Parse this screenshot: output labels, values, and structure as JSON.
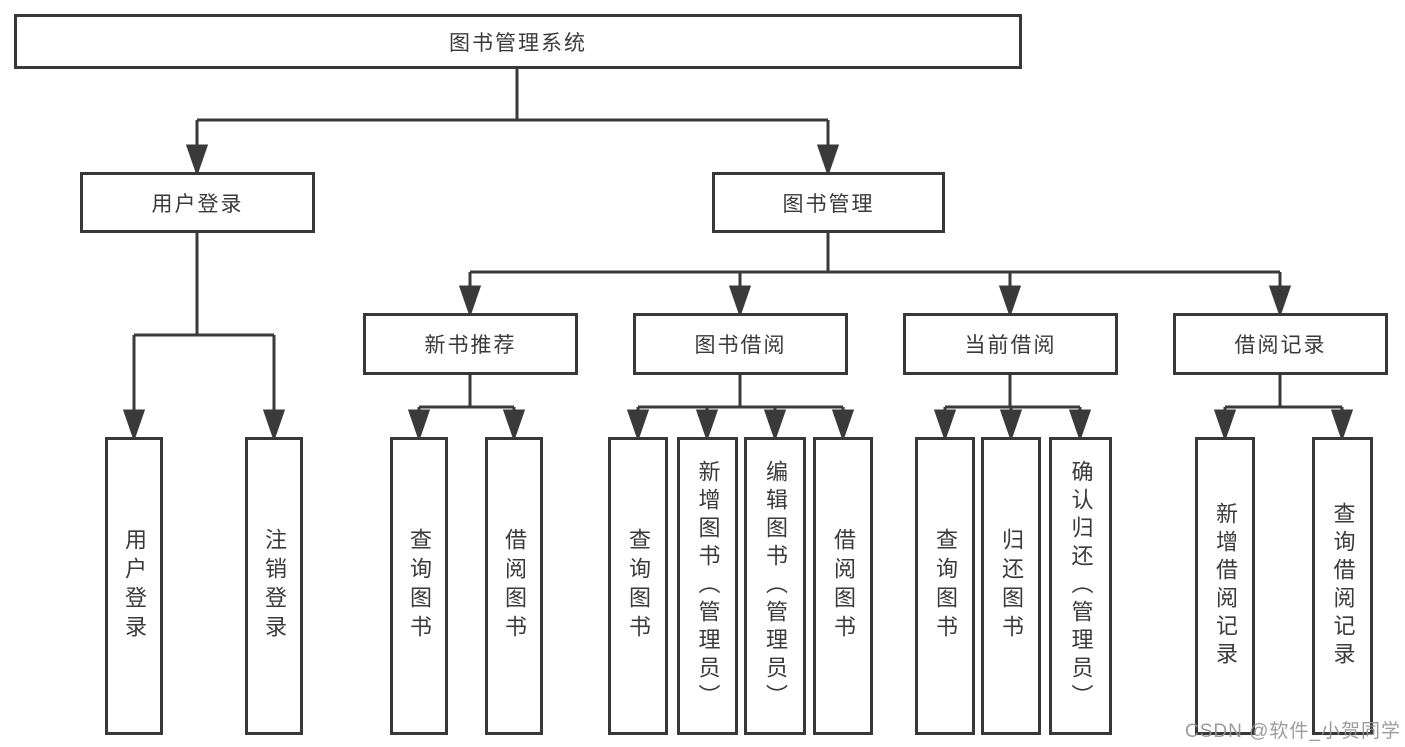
{
  "diagram": {
    "root": {
      "label": "图书管理系统"
    },
    "level2": {
      "user_login": {
        "label": "用户登录"
      },
      "book_management": {
        "label": "图书管理"
      }
    },
    "level3": {
      "new_book_recommend": {
        "label": "新书推荐"
      },
      "book_borrow": {
        "label": "图书借阅"
      },
      "current_borrow": {
        "label": "当前借阅"
      },
      "borrow_record": {
        "label": "借阅记录"
      }
    },
    "leaves": {
      "user_login": {
        "label": "用户登录"
      },
      "logout": {
        "label": "注销登录"
      },
      "newbook_query": {
        "label": "查询图书"
      },
      "newbook_borrow": {
        "label": "借阅图书"
      },
      "borrow_query": {
        "label": "查询图书"
      },
      "borrow_add": {
        "label": "新增图书（管理员）"
      },
      "borrow_edit": {
        "label": "编辑图书（管理员）"
      },
      "borrow_borrow": {
        "label": "借阅图书"
      },
      "current_query": {
        "label": "查询图书"
      },
      "current_return": {
        "label": "归还图书"
      },
      "current_confirm": {
        "label": "确认归还（管理员）"
      },
      "record_add": {
        "label": "新增借阅记录"
      },
      "record_query": {
        "label": "查询借阅记录"
      }
    },
    "watermark": "CSDN @软件_小贺同学"
  },
  "colors": {
    "line": "#3a3a3a",
    "border": "#383838",
    "text": "#3a3a3a",
    "watermark": "#949494",
    "background": "#ffffff"
  }
}
